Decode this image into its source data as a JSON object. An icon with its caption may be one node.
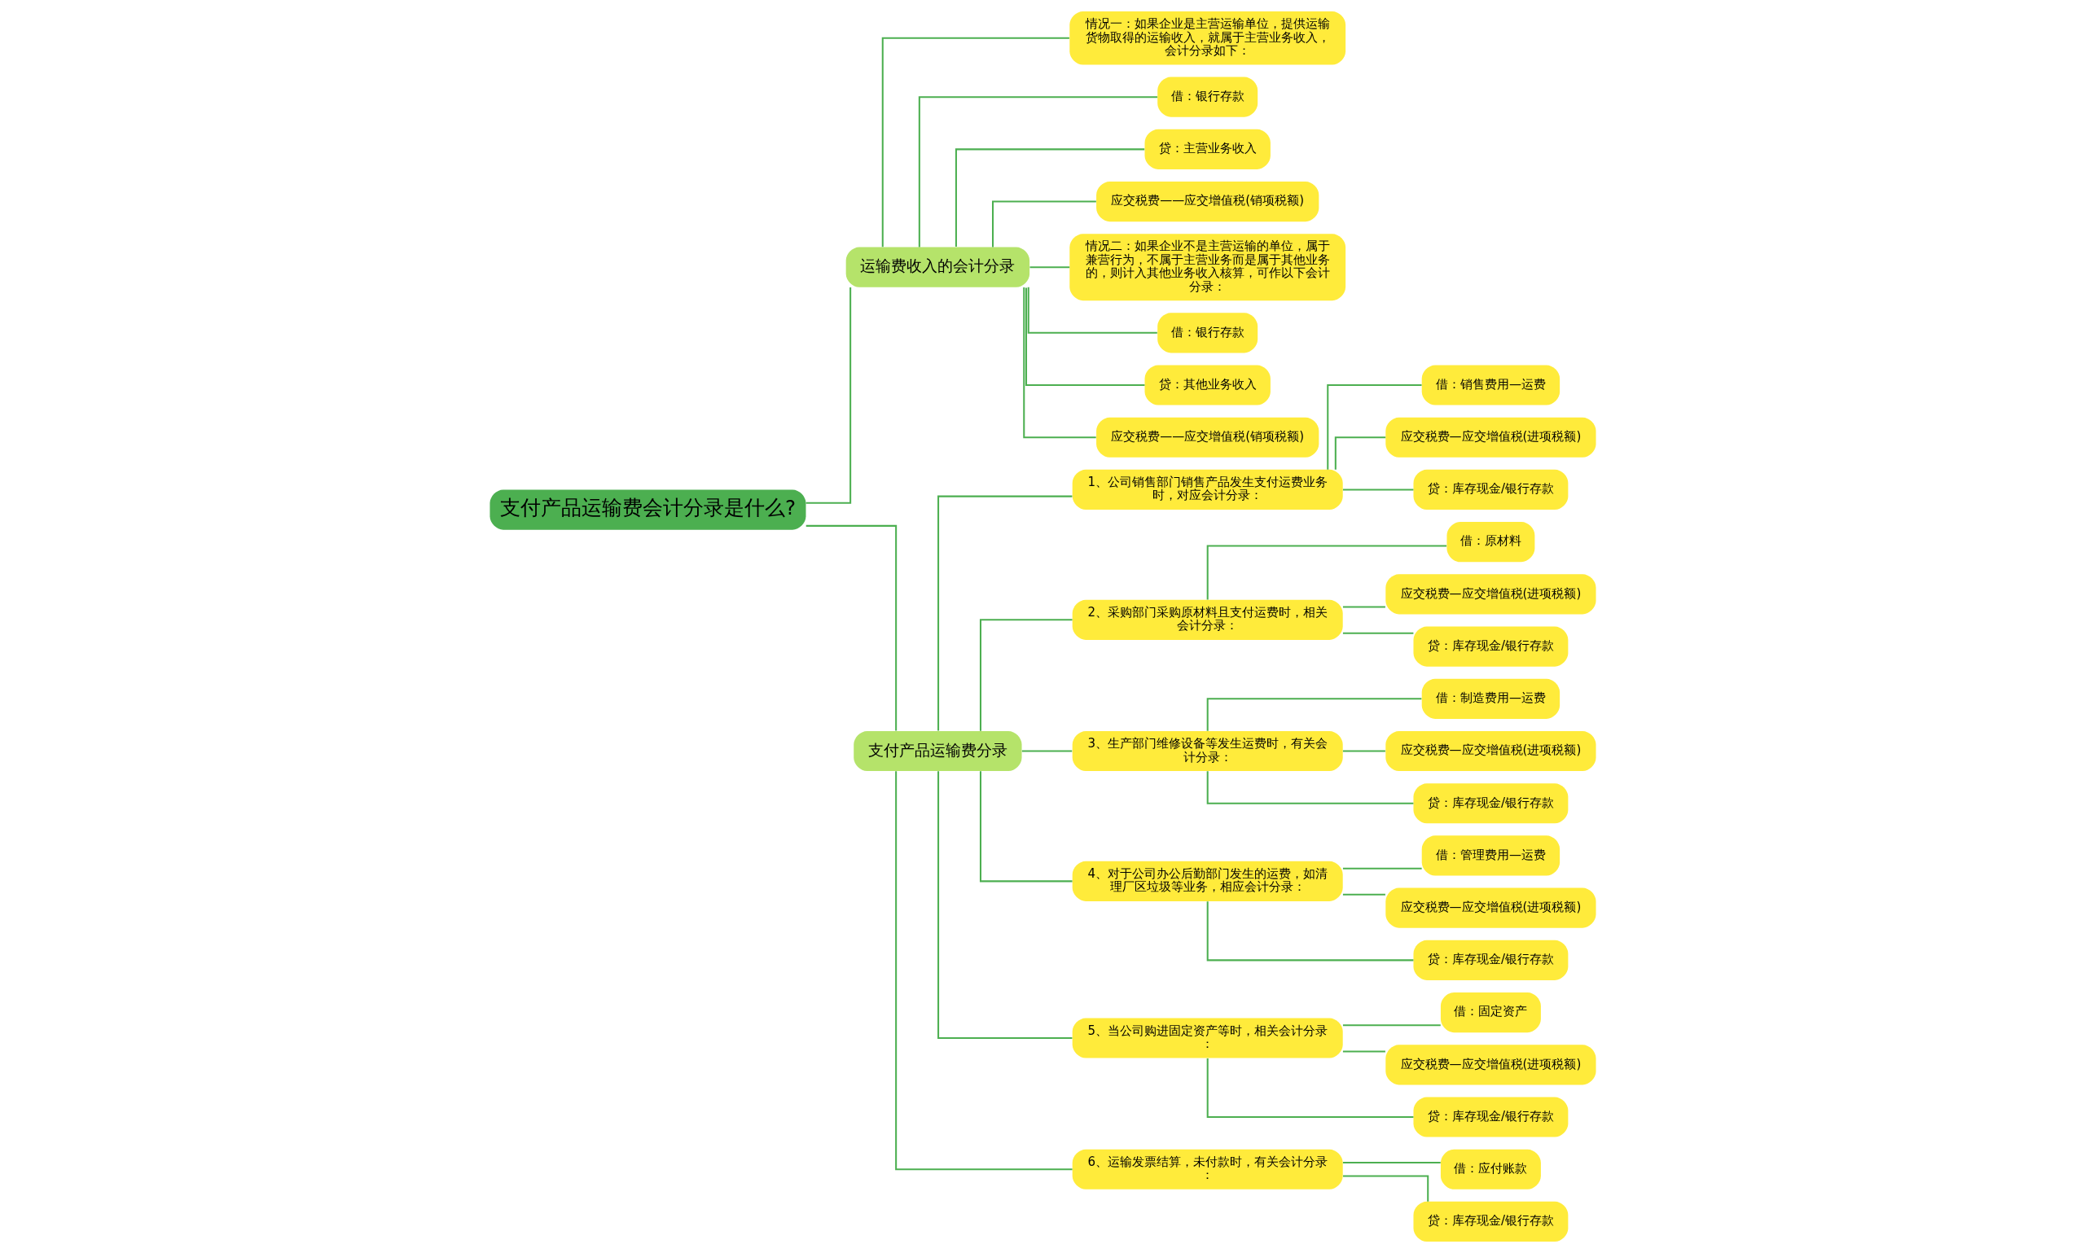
{
  "diagram": {
    "nodes": [
      {
        "text": [
          "支付产品运输费会计分录是什么?"
        ]
      },
      {
        "text": [
          "运输费收入的会计分录"
        ]
      },
      {
        "text": [
          "情况一：如果企业是主营运输单位，提供运输货物取得的运输收入，就属于主营业务收入，会计分录如下："
        ]
      },
      {
        "text": [
          "借：银行存款"
        ]
      },
      {
        "text": [
          "贷：主营业务收入"
        ]
      },
      {
        "text": [
          "应交税费——应交增值税(销项税额)"
        ]
      },
      {
        "text": [
          "情况二：如果企业不是主营运输的单位，属于兼营行为，不属于主营业务而是属于其他业务的，则计入其他业务收入核算，可作以下会计分录："
        ]
      },
      {
        "text": [
          "借：银行存款"
        ]
      },
      {
        "text": [
          "贷：其他业务收入"
        ]
      },
      {
        "text": [
          "应交税费——应交增值税(销项税额)"
        ]
      },
      {
        "text": [
          "支付产品运输费分录"
        ]
      },
      {
        "text": [
          "1、公司销售部门销售产品发生支付运费业务时，对应会计分录："
        ]
      },
      {
        "text": [
          "借：销售费用—运费"
        ]
      },
      {
        "text": [
          "应交税费—应交增值税(进项税额)"
        ]
      },
      {
        "text": [
          "贷：库存现金/银行存款"
        ]
      },
      {
        "text": [
          "2、采购部门采购原材料且支付运费时，相关会计分录："
        ]
      },
      {
        "text": [
          "借：原材料"
        ]
      },
      {
        "text": [
          "应交税费—应交增值税(进项税额)"
        ]
      },
      {
        "text": [
          "贷：库存现金/银行存款"
        ]
      },
      {
        "text": [
          "3、生产部门维修设备等发生运费时，有关会计分录："
        ]
      },
      {
        "text": [
          "借：制造费用—运费"
        ]
      },
      {
        "text": [
          "应交税费—应交增值税(进项税额)"
        ]
      },
      {
        "text": [
          "贷：库存现金/银行存款"
        ]
      },
      {
        "text": [
          "4、对于公司办公后勤部门发生的运费，如清理厂区垃圾等业务，相应会计分录："
        ]
      },
      {
        "text": [
          "借：管理费用—运费"
        ]
      },
      {
        "text": [
          "应交税费—应交增值税(进项税额)"
        ]
      },
      {
        "text": [
          "贷：库存现金/银行存款"
        ]
      },
      {
        "text": [
          "5、当公司购进固定资产等时，相关会计分录："
        ]
      },
      {
        "text": [
          "借：固定资产"
        ]
      },
      {
        "text": [
          "应交税费—应交增值税(进项税额)"
        ]
      },
      {
        "text": [
          "贷：库存现金/银行存款"
        ]
      },
      {
        "text": [
          "6、运输发票结算，未付款时，有关会计分录："
        ]
      },
      {
        "text": [
          "借：应付账款"
        ]
      },
      {
        "text": [
          "贷：库存现金/银行存款"
        ]
      }
    ],
    "edges": [
      {
        "from": 0,
        "to": 1,
        "arrow": "none"
      },
      {
        "from": 1,
        "to": 2,
        "arrow": "none"
      },
      {
        "from": 1,
        "to": 3,
        "arrow": "none"
      },
      {
        "from": 1,
        "to": 4,
        "arrow": "none"
      },
      {
        "from": 1,
        "to": 5,
        "arrow": "none"
      },
      {
        "from": 1,
        "to": 6,
        "arrow": "none"
      },
      {
        "from": 1,
        "to": 7,
        "arrow": "none"
      },
      {
        "from": 1,
        "to": 8,
        "arrow": "none"
      },
      {
        "from": 1,
        "to": 9,
        "arrow": "none"
      },
      {
        "from": 0,
        "to": 10,
        "arrow": "none"
      },
      {
        "from": 10,
        "to": 11,
        "arrow": "none"
      },
      {
        "from": 11,
        "to": 12,
        "arrow": "none"
      },
      {
        "from": 11,
        "to": 13,
        "arrow": "none"
      },
      {
        "from": 11,
        "to": 14,
        "arrow": "none"
      },
      {
        "from": 10,
        "to": 15,
        "arrow": "none"
      },
      {
        "from": 15,
        "to": 16,
        "arrow": "none"
      },
      {
        "from": 15,
        "to": 17,
        "arrow": "none"
      },
      {
        "from": 15,
        "to": 18,
        "arrow": "none"
      },
      {
        "from": 10,
        "to": 19,
        "arrow": "none"
      },
      {
        "from": 19,
        "to": 20,
        "arrow": "none"
      },
      {
        "from": 19,
        "to": 21,
        "arrow": "none"
      },
      {
        "from": 19,
        "to": 22,
        "arrow": "none"
      },
      {
        "from": 10,
        "to": 23,
        "arrow": "none"
      },
      {
        "from": 23,
        "to": 24,
        "arrow": "none"
      },
      {
        "from": 23,
        "to": 25,
        "arrow": "none"
      },
      {
        "from": 23,
        "to": 26,
        "arrow": "none"
      },
      {
        "from": 10,
        "to": 27,
        "arrow": "none"
      },
      {
        "from": 27,
        "to": 28,
        "arrow": "none"
      },
      {
        "from": 27,
        "to": 29,
        "arrow": "none"
      },
      {
        "from": 27,
        "to": 30,
        "arrow": "none"
      },
      {
        "from": 10,
        "to": 31,
        "arrow": "none"
      },
      {
        "from": 31,
        "to": 32,
        "arrow": "none"
      },
      {
        "from": 31,
        "to": 33,
        "arrow": "none"
      }
    ]
  }
}
